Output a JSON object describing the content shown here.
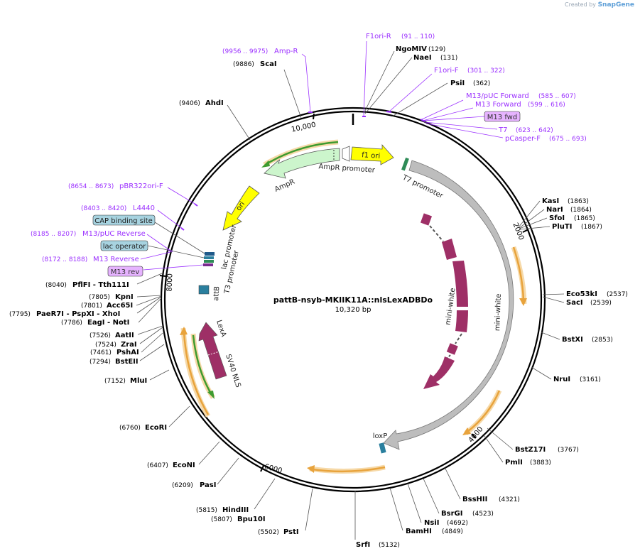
{
  "credit": {
    "created_by": "Created by",
    "brand": "SnapGene"
  },
  "plasmid": {
    "name": "pattB-nsyb-MKIIK11A::nlsLexADBDo",
    "length_label": "10,320 bp"
  },
  "ticks": [
    {
      "label": "2000",
      "bp": 2000
    },
    {
      "label": "4000",
      "bp": 4000
    },
    {
      "label": "6000",
      "bp": 6000
    },
    {
      "label": "8000",
      "bp": 8000
    },
    {
      "label": "10,000",
      "bp": 10000
    }
  ],
  "sites": [
    {
      "name": "NgoMIV",
      "pos": "(129)"
    },
    {
      "name": "NaeI",
      "pos": "(131)"
    },
    {
      "name": "PsiI",
      "pos": "(362)"
    },
    {
      "name": "KasI",
      "pos": "(1863)"
    },
    {
      "name": "NarI",
      "pos": "(1864)"
    },
    {
      "name": "SfoI",
      "pos": "(1865)"
    },
    {
      "name": "PluTI",
      "pos": "(1867)"
    },
    {
      "name": "Eco53kI",
      "pos": "(2537)"
    },
    {
      "name": "SacI",
      "pos": "(2539)"
    },
    {
      "name": "BstXI",
      "pos": "(2853)"
    },
    {
      "name": "NruI",
      "pos": "(3161)"
    },
    {
      "name": "BstZ17I",
      "pos": "(3767)"
    },
    {
      "name": "PmlI",
      "pos": "(3883)"
    },
    {
      "name": "BssHII",
      "pos": "(4321)"
    },
    {
      "name": "BsrGI",
      "pos": "(4523)"
    },
    {
      "name": "NsiI",
      "pos": "(4692)"
    },
    {
      "name": "BamHI",
      "pos": "(4849)"
    },
    {
      "name": "SrfI",
      "pos": "(5132)"
    },
    {
      "name": "PstI",
      "pos": "(5502)"
    },
    {
      "name": "HindIII",
      "pos": "(5815)"
    },
    {
      "name": "Bpu10I",
      "pos": "(5807)"
    },
    {
      "name": "PasI",
      "pos": "(6209)"
    },
    {
      "name": "EcoNI",
      "pos": "(6407)"
    },
    {
      "name": "EcoRI",
      "pos": "(6760)"
    },
    {
      "name": "MluI",
      "pos": "(7152)"
    },
    {
      "name": "BstEII",
      "pos": "(7294)"
    },
    {
      "name": "PshAI",
      "pos": "(7461)"
    },
    {
      "name": "ZraI",
      "pos": "(7524)"
    },
    {
      "name": "AatII",
      "pos": "(7526)"
    },
    {
      "name": "EagI - NotI",
      "pos": "(7786)"
    },
    {
      "name": "PaeR7I - PspXI - XhoI",
      "pos": "(7795)"
    },
    {
      "name": "Acc65I",
      "pos": "(7801)"
    },
    {
      "name": "KpnI",
      "pos": "(7805)"
    },
    {
      "name": "PflFI - Tth111I",
      "pos": "(8040)"
    },
    {
      "name": "AhdI",
      "pos": "(9406)"
    },
    {
      "name": "ScaI",
      "pos": "(9886)"
    }
  ],
  "primers": [
    {
      "name": "F1ori-R",
      "pos": "(91 .. 110)"
    },
    {
      "name": "F1ori-F",
      "pos": "(301 .. 322)"
    },
    {
      "name": "M13/pUC Forward",
      "pos": "(585 .. 607)"
    },
    {
      "name": "M13 Forward",
      "pos": "(599 .. 616)"
    },
    {
      "name": "T7",
      "pos": "(623 .. 642)"
    },
    {
      "name": "pCasper-F",
      "pos": "(675 .. 693)"
    },
    {
      "name": "Amp-R",
      "pos": "(9956 .. 9975)"
    },
    {
      "name": "pBR322ori-F",
      "pos": "(8654 .. 8673)"
    },
    {
      "name": "L4440",
      "pos": "(8403 .. 8420)"
    },
    {
      "name": "M13/pUC Reverse",
      "pos": "(8185 .. 8207)"
    },
    {
      "name": "M13 Reverse",
      "pos": "(8172 .. 8188)"
    }
  ],
  "boxed_labels": [
    {
      "name": "M13 fwd",
      "kind": "primer"
    },
    {
      "name": "CAP binding site",
      "kind": "feature"
    },
    {
      "name": "lac operator",
      "kind": "feature"
    },
    {
      "name": "M13 rev",
      "kind": "primer"
    }
  ],
  "features": [
    {
      "name": "f1 ori",
      "color": "#ffff00"
    },
    {
      "name": "AmpR promoter",
      "color": "#ffffff"
    },
    {
      "name": "AmpR",
      "color": "#ccf5cc"
    },
    {
      "name": "ori",
      "color": "#ffff00"
    },
    {
      "name": "lac promoter",
      "color": "#1f5a8a"
    },
    {
      "name": "T3 promoter",
      "color": "#2e8b57"
    },
    {
      "name": "attB",
      "color": "#2a7f9e"
    },
    {
      "name": "LexA",
      "color": "#9e2f66"
    },
    {
      "name": "SV40 NLS",
      "color": "#9e2f66"
    },
    {
      "name": "T7 promoter",
      "color": "#2e8b57"
    },
    {
      "name": "mini-white",
      "color": "#bdbdbd"
    },
    {
      "name": "mini-white",
      "color": "#9e2f66"
    },
    {
      "name": "loxP",
      "color": "#2a7f9e"
    }
  ],
  "colors": {
    "primer": "#9b30ff",
    "orf_arrow": "#e8a33c",
    "blue_box": "#a7d3e0",
    "purple_box": "#e6b3ff"
  }
}
